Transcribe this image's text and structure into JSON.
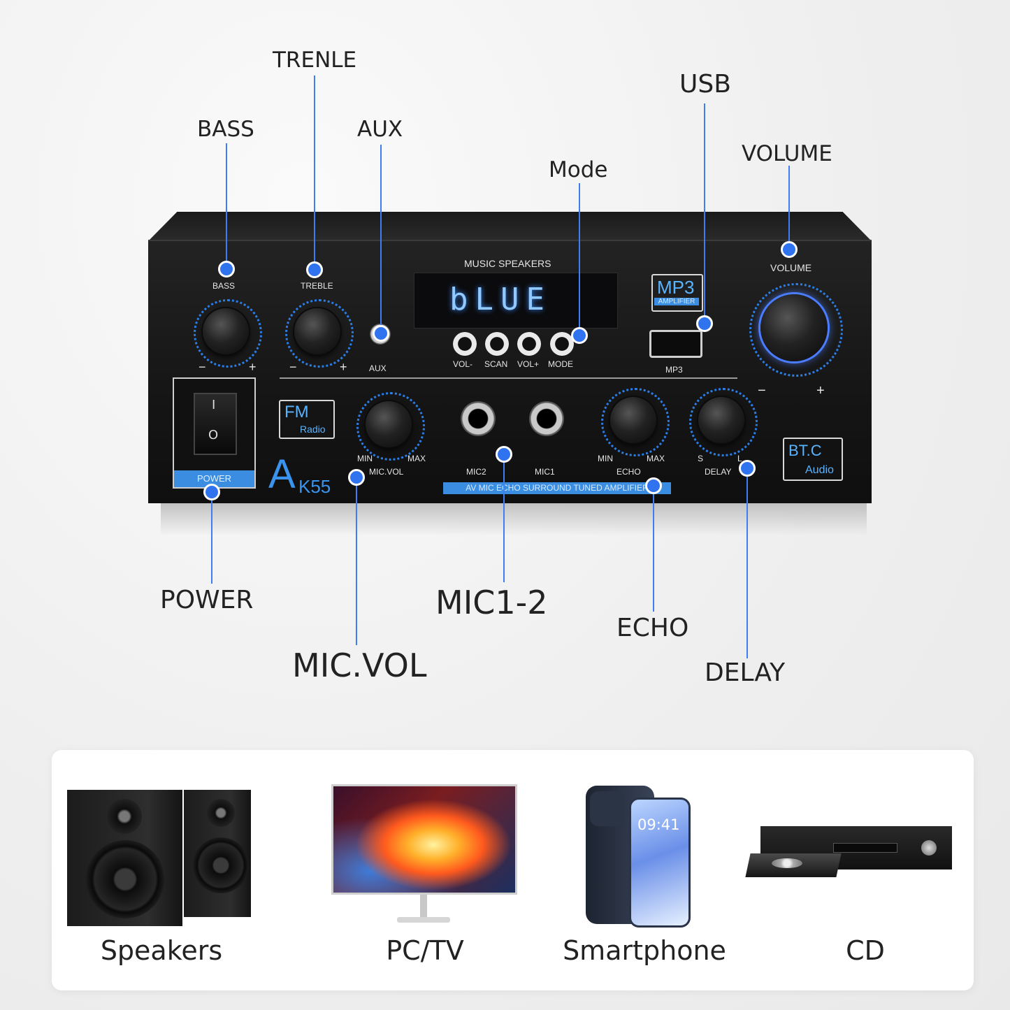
{
  "callouts": {
    "trenle": "TRENLE",
    "bass": "BASS",
    "aux": "AUX",
    "usb": "USB",
    "volume": "VOLUME",
    "mode": "Mode",
    "power": "POWER",
    "mic12": "MIC1-2",
    "echo": "ECHO",
    "micvol": "MIC.VOL",
    "delay": "DELAY"
  },
  "amp": {
    "music_speakers": "MUSIC SPEAKERS",
    "display": "bLUE",
    "bass": "BASS",
    "treble": "TREBLE",
    "aux": "AUX",
    "minus": "−",
    "plus": "+",
    "buttons": [
      "VOL-",
      "SCAN",
      "VOL+",
      "MODE"
    ],
    "mp3_badge": "MP3",
    "mp3_badge_sub": "AMPLIFIER",
    "mp3": "MP3",
    "volume": "VOLUME",
    "fm": "FM",
    "fm_sub": "Radio",
    "min": "MIN",
    "max": "MAX",
    "mic_vol": "MIC.VOL",
    "mic2": "MIC2",
    "mic1": "MIC1",
    "echo": "ECHO",
    "delay": "DELAY",
    "s": "S",
    "l": "L",
    "power": "POWER",
    "switch_on": "I",
    "switch_off": "O",
    "model_a": "A",
    "model_num": "K55",
    "stripe": "AV MIC ECHO SURROUND TUNED AMPLIFIER",
    "btc": "BT.C",
    "btc_sub": "Audio"
  },
  "devices": {
    "speakers": "Speakers",
    "pctv": "PC/TV",
    "smartphone": "Smartphone",
    "phone_time": "09:41",
    "cd": "CD"
  },
  "colors": {
    "accent": "#2f74ee",
    "led": "#8fc9ff"
  }
}
